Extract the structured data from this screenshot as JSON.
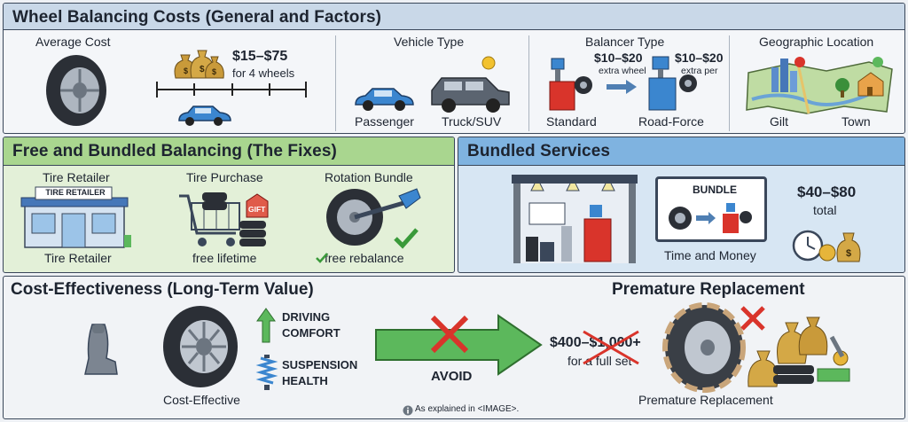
{
  "top": {
    "title": "Wheel Balancing Costs (General and Factors)",
    "average_cost": {
      "label": "Average Cost",
      "price": "$15–$75",
      "sub": "for 4 wheels"
    },
    "vehicle_type": {
      "label": "Vehicle Type",
      "passenger": "Passenger",
      "truck": "Truck/SUV"
    },
    "balancer_type": {
      "label": "Balancer Type",
      "price_a": "$10–$20",
      "sub_a": "extra wheel",
      "price_b": "$10–$20",
      "sub_b": "extra per",
      "standard": "Standard",
      "road_force": "Road-Force"
    },
    "geo": {
      "label": "Geographic Location",
      "city": "Gilt",
      "town": "Town"
    }
  },
  "free": {
    "title": "Free and Bundled Balancing (The Fixes)",
    "retailer": {
      "label": "Tire Retailer",
      "sign": "TIRE RETAILER",
      "caption": "Tire Retailer"
    },
    "purchase": {
      "label": "Tire Purchase",
      "tag": "GIFT",
      "caption": "free lifetime"
    },
    "rotation": {
      "label": "Rotation Bundle",
      "caption": "free rebalance"
    }
  },
  "bundled": {
    "title": "Bundled Services",
    "screen_title": "BUNDLE",
    "caption": "Time and Money",
    "price": "$40–$80",
    "price_sub": "total"
  },
  "cost": {
    "title": "Cost-Effectiveness (Long-Term Value)",
    "tire_caption": "Cost-Effective",
    "driving_1": "DRIVING",
    "driving_2": "COMFORT",
    "suspension_1": "SUSPENSION",
    "suspension_2": "HEALTH",
    "avoid": "AVOID",
    "replace_title": "Premature Replacement",
    "replace_price": "$400–$1,000+",
    "replace_sub": "for a full set",
    "replace_caption": "Premature Replacement"
  },
  "footer": "As explained in <IMAGE>.",
  "colors": {
    "green": "#cfe6c0",
    "blue": "#c6dcef",
    "header_green": "#9fd186",
    "header_blue": "#7fb3e0",
    "arrow_green": "#5cb85c",
    "red": "#d9342b"
  }
}
